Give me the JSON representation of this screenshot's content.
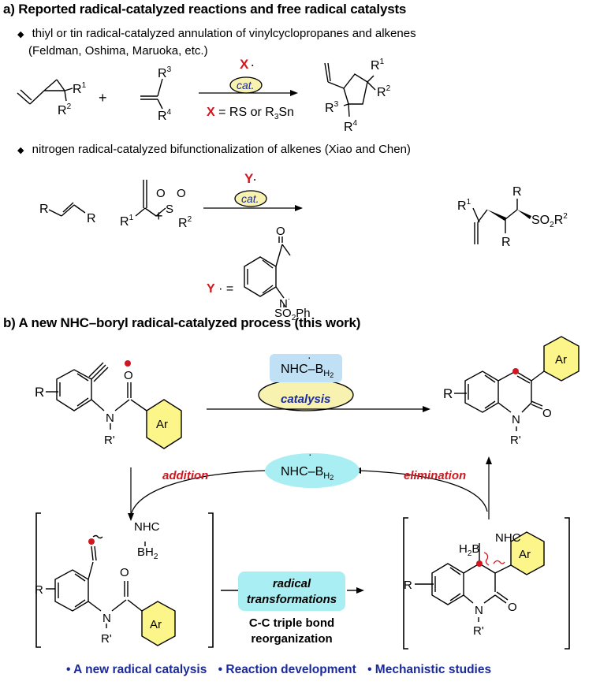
{
  "section_a": {
    "title": "a) Reported radical-catalyzed reactions and free radical catalysts",
    "bullet1": "thiyl or tin radical-catalyzed annulation of vinylcyclopropanes and alkenes",
    "bullet1_refs": "(Feldman, Oshima, Maruoka, etc.)",
    "bullet2": "nitrogen radical-catalyzed bifunctionalization of alkenes (Xiao and Chen)",
    "reaction1": {
      "catalyst_symbol": "X",
      "cat_label": "cat.",
      "x_definition_prefix": "X",
      "x_definition": "= RS or R3Sn",
      "reactant1_labels": [
        "R1",
        "R2"
      ],
      "reactant2_labels": [
        "R3",
        "R4"
      ],
      "product_labels": [
        "R1",
        "R2",
        "R3",
        "R4"
      ],
      "plus": "+"
    },
    "reaction2": {
      "catalyst_symbol": "Y",
      "cat_label": "cat.",
      "reactant1_labels": [
        "R",
        "R"
      ],
      "reactant2_labels": [
        "R1",
        "O",
        "O",
        "S",
        "R2"
      ],
      "product_labels": [
        "R1",
        "R",
        "R",
        "SO2R2"
      ],
      "y_definition_prefix": "Y",
      "y_definition": "=",
      "y_structure_labels": [
        "O",
        "N",
        "SO2Ph"
      ],
      "plus": "+"
    }
  },
  "section_b": {
    "title": "b) A new NHC–boryl radical-catalyzed process (this work)",
    "catalyst_box": "NHC–BH2",
    "catalysis_label": "catalysis",
    "cycle_catalyst": "NHC–BH2",
    "addition_label": "addition",
    "elimination_label": "elimination",
    "middle_box_line1": "radical",
    "middle_box_line2": "transformations",
    "middle_caption_line1": "C-C triple bond",
    "middle_caption_line2": "reorganization",
    "substrate_labels": [
      "R",
      "O",
      "N",
      "R'",
      "Ar"
    ],
    "product_labels": [
      "R",
      "N",
      "O",
      "R'",
      "Ar"
    ],
    "intermediate1_labels": [
      "NHC",
      "BH2",
      "R",
      "O",
      "N",
      "R'",
      "Ar"
    ],
    "intermediate2_labels": [
      "NHC",
      "H2B",
      "R",
      "N",
      "O",
      "R'",
      "Ar"
    ]
  },
  "footer": {
    "items": [
      "A new radical catalysis",
      "Reaction development",
      "Mechanistic studies"
    ]
  },
  "colors": {
    "red": "#d0171f",
    "navy": "#1a2a9c",
    "yellow": "#fbf58a",
    "light_yellow": "#f8f2b0",
    "light_blue": "#bfe0f5",
    "cyan": "#a9eef2"
  }
}
